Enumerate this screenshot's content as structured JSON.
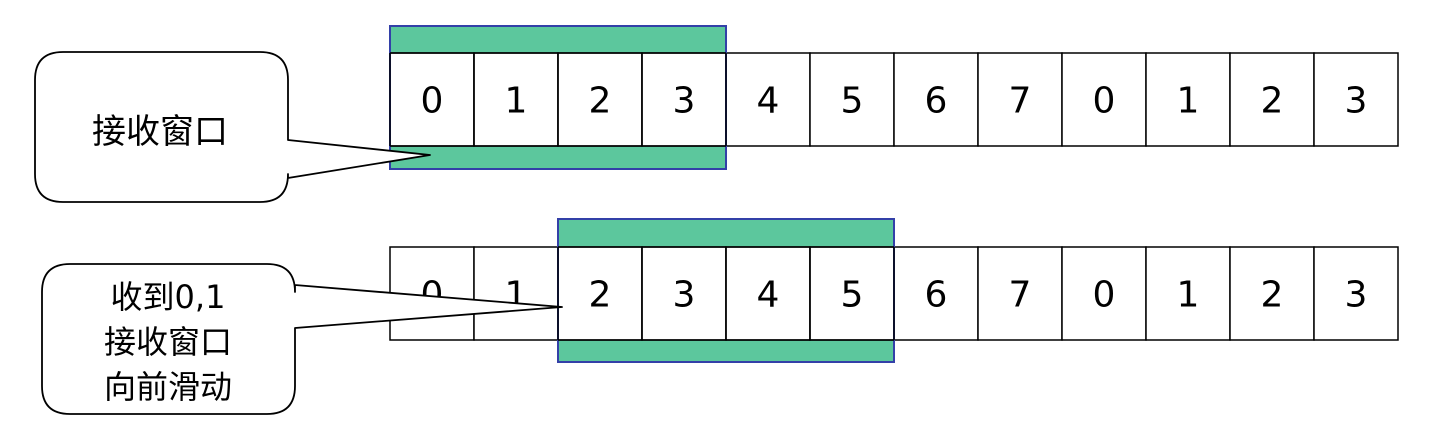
{
  "colors": {
    "window_fill": "#5cc79d",
    "window_border": "#3340a8",
    "cell_border": "#000000",
    "background": "#ffffff"
  },
  "diagram": {
    "rows": [
      {
        "id": "row-1",
        "sequence": [
          "0",
          "1",
          "2",
          "3",
          "4",
          "5",
          "6",
          "7",
          "0",
          "1",
          "2",
          "3"
        ],
        "window_start": 0,
        "window_size": 4,
        "callout": {
          "lines": [
            "接收窗口"
          ]
        }
      },
      {
        "id": "row-2",
        "sequence": [
          "0",
          "1",
          "2",
          "3",
          "4",
          "5",
          "6",
          "7",
          "0",
          "1",
          "2",
          "3"
        ],
        "window_start": 2,
        "window_size": 4,
        "callout": {
          "lines": [
            "收到0,1",
            "接收窗口",
            "向前滑动"
          ]
        }
      }
    ]
  }
}
